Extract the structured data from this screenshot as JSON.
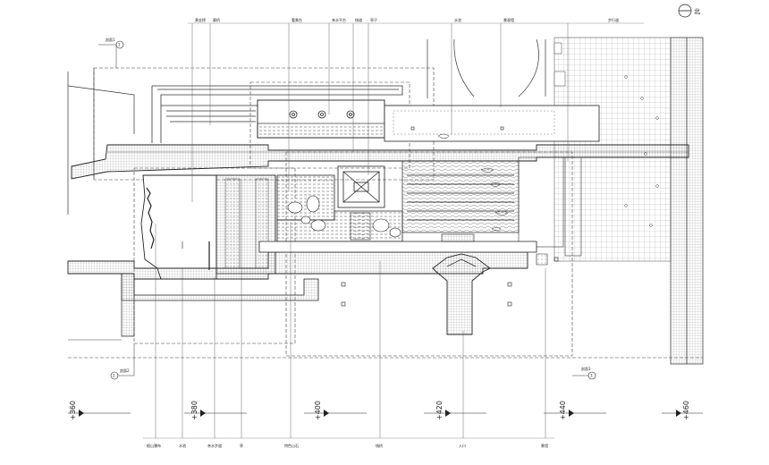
{
  "top_labels": [
    "黄金榜",
    "廊桥",
    "看景台",
    "亲水平台",
    "栈道",
    "亭子",
    "水池",
    "景观墙",
    "步行道"
  ],
  "bottom_labels": [
    "假山瀑布",
    "水池",
    "亲水步道",
    "亭",
    "特色山石",
    "栈桥",
    "入口",
    "景墙"
  ],
  "levels": [
    "+360",
    "+380",
    "+400",
    "+420",
    "+440",
    "+460"
  ],
  "north_label": "北",
  "section_marks": [
    {
      "num": "1",
      "label": "剖面1"
    },
    {
      "num": "2",
      "label": "剖面2"
    },
    {
      "num": "3",
      "label": "剖面3"
    }
  ]
}
